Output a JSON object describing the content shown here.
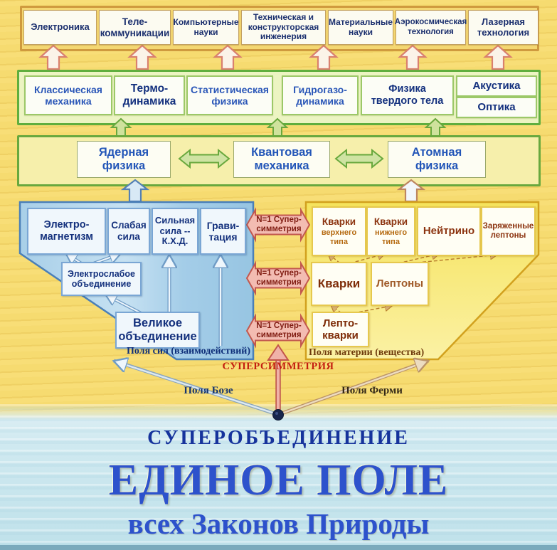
{
  "applied": {
    "items": [
      "Электроника",
      "Теле-\nкоммуникации",
      "Компьютерные\nнауки",
      "Техническая и\nконструкторская\nинженерия",
      "Материальные\nнауки",
      "Аэрокосмическая\nтехнология",
      "Лазерная\nтехнология"
    ]
  },
  "classical": {
    "items": [
      "Классическая\nмеханика",
      "Термо-\nдинамика",
      "Статистическая\nфизика",
      "Гидрогазо-\nдинамика",
      "Физика\nтвердого тела",
      "Акустика",
      "Оптика"
    ]
  },
  "quantum": {
    "items": [
      "Ядерная\nфизика",
      "Квантовая\nмеханика",
      "Атомная\nфизика"
    ]
  },
  "forces": {
    "boxes": [
      "Электро-\nмагнетизм",
      "Слабая\nсила",
      "Сильная\nсила --\nК.Х.Д.",
      "Грави-\nтация"
    ],
    "electroweak": "Электрослабое\nобъединение",
    "grand": "Великое\nобъединение",
    "caption": "Поля сил (взаимодействий)"
  },
  "matter": {
    "boxes": [
      {
        "title": "Кварки",
        "sub": "верхнего\nтипа"
      },
      {
        "title": "Кварки",
        "sub": "нижнего\nтипа"
      },
      {
        "title": "Нейтрино",
        "sub": ""
      },
      {
        "title": "Заряженные\nлептоны",
        "sub": ""
      }
    ],
    "quarks": "Кварки",
    "leptons": "Лептоны",
    "leptoquarks": "Лепто-\nкварки",
    "caption": "Поля материи (вещества)"
  },
  "susy": {
    "n1": "N=1 Супер-\nсимметрия",
    "label": "СУПЕРСИММЕТРИЯ"
  },
  "bottom": {
    "bose": "Поля Бозе",
    "fermi": "Поля Ферми",
    "superunification": "СУПЕРОБЪЕДИНЕНИЕ",
    "unified_field": "ЕДИНОЕ ПОЛЕ",
    "subtitle": "всех Законов Природы"
  },
  "colors": {
    "background_yellow": "#f6db70",
    "water_blue": "#cfe9f0",
    "force_fields_fill": "#aed3ea",
    "force_fields_border": "#4a7fb8",
    "matter_fields_fill": "#f6e55f",
    "matter_fields_border": "#d2a11e",
    "susy_pink": "#f3bcb2",
    "susy_red": "#c2584e",
    "title_blue": "#2d52cc",
    "green_border": "#5fae3e",
    "orange_border": "#cf9a3e"
  }
}
